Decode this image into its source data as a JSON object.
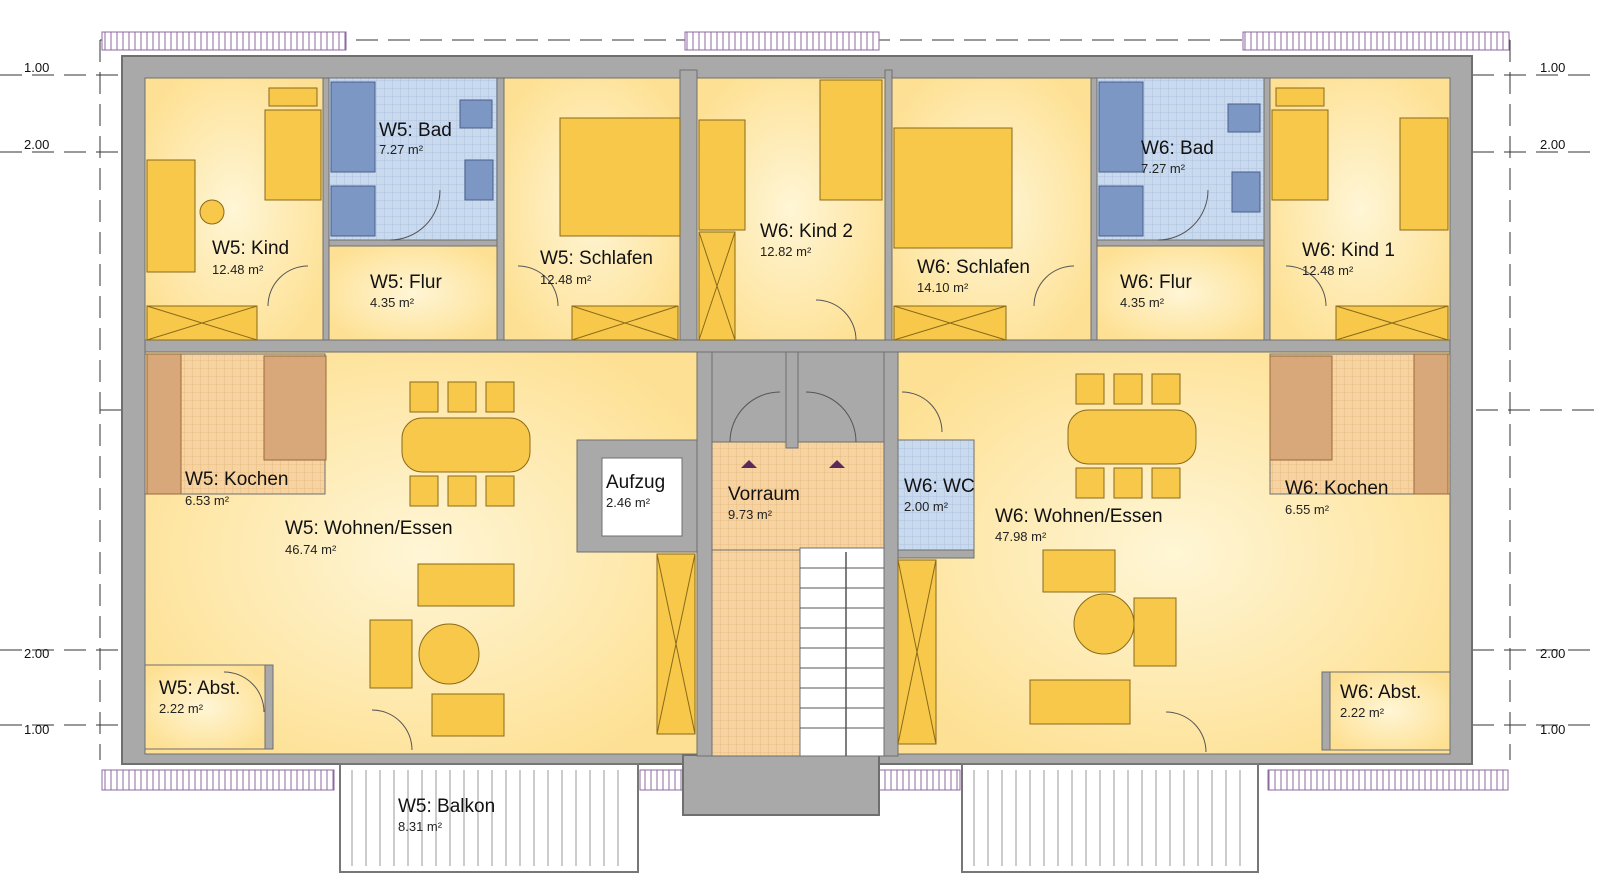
{
  "levels": {
    "left_top_1": "1.00",
    "left_top_2": "2.00",
    "left_bottom_2": "2.00",
    "left_bottom_1": "1.00",
    "right_top_1": "1.00",
    "right_top_2": "2.00",
    "right_bottom_2": "2.00",
    "right_bottom_1": "1.00"
  },
  "rooms": {
    "w5_kind": {
      "name": "W5: Kind",
      "area": "12.48 m²"
    },
    "w5_bad": {
      "name": "W5: Bad",
      "area": "7.27 m²"
    },
    "w5_schlafen": {
      "name": "W5: Schlafen",
      "area": "12.48 m²"
    },
    "w5_flur": {
      "name": "W5: Flur",
      "area": "4.35 m²"
    },
    "w5_kochen": {
      "name": "W5: Kochen",
      "area": "6.53 m²"
    },
    "w5_wohnen": {
      "name": "W5: Wohnen/Essen",
      "area": "46.74 m²"
    },
    "w5_abst": {
      "name": "W5: Abst.",
      "area": "2.22 m²"
    },
    "w5_balkon": {
      "name": "W5: Balkon",
      "area": "8.31 m²"
    },
    "aufzug": {
      "name": "Aufzug",
      "area": "2.46 m²"
    },
    "vorraum": {
      "name": "Vorraum",
      "area": "9.73 m²"
    },
    "w6_kind2": {
      "name": "W6: Kind 2",
      "area": "12.82 m²"
    },
    "w6_schlafen": {
      "name": "W6: Schlafen",
      "area": "14.10 m²"
    },
    "w6_bad": {
      "name": "W6: Bad",
      "area": "7.27 m²"
    },
    "w6_flur": {
      "name": "W6: Flur",
      "area": "4.35 m²"
    },
    "w6_kind1": {
      "name": "W6: Kind 1",
      "area": "12.48 m²"
    },
    "w6_wc": {
      "name": "W6: WC",
      "area": "2.00 m²"
    },
    "w6_wohnen": {
      "name": "W6: Wohnen/Essen",
      "area": "47.98 m²"
    },
    "w6_kochen": {
      "name": "W6: Kochen",
      "area": "6.55 m²"
    },
    "w6_abst": {
      "name": "W6: Abst.",
      "area": "2.22 m²"
    }
  },
  "colors": {
    "floor": "#fde49a",
    "floor_light": "#fff3c8",
    "wall": "#a9a9a9",
    "wall_edge": "#6f6f6f",
    "furniture": "#f7c84a",
    "bath_tile": "#c9d9ee",
    "tub": "#7c97c4",
    "kitchen": "#d9a87a",
    "vorraum_tile": "#f5cf9a",
    "roof_hatch": "#b9a0c8"
  }
}
